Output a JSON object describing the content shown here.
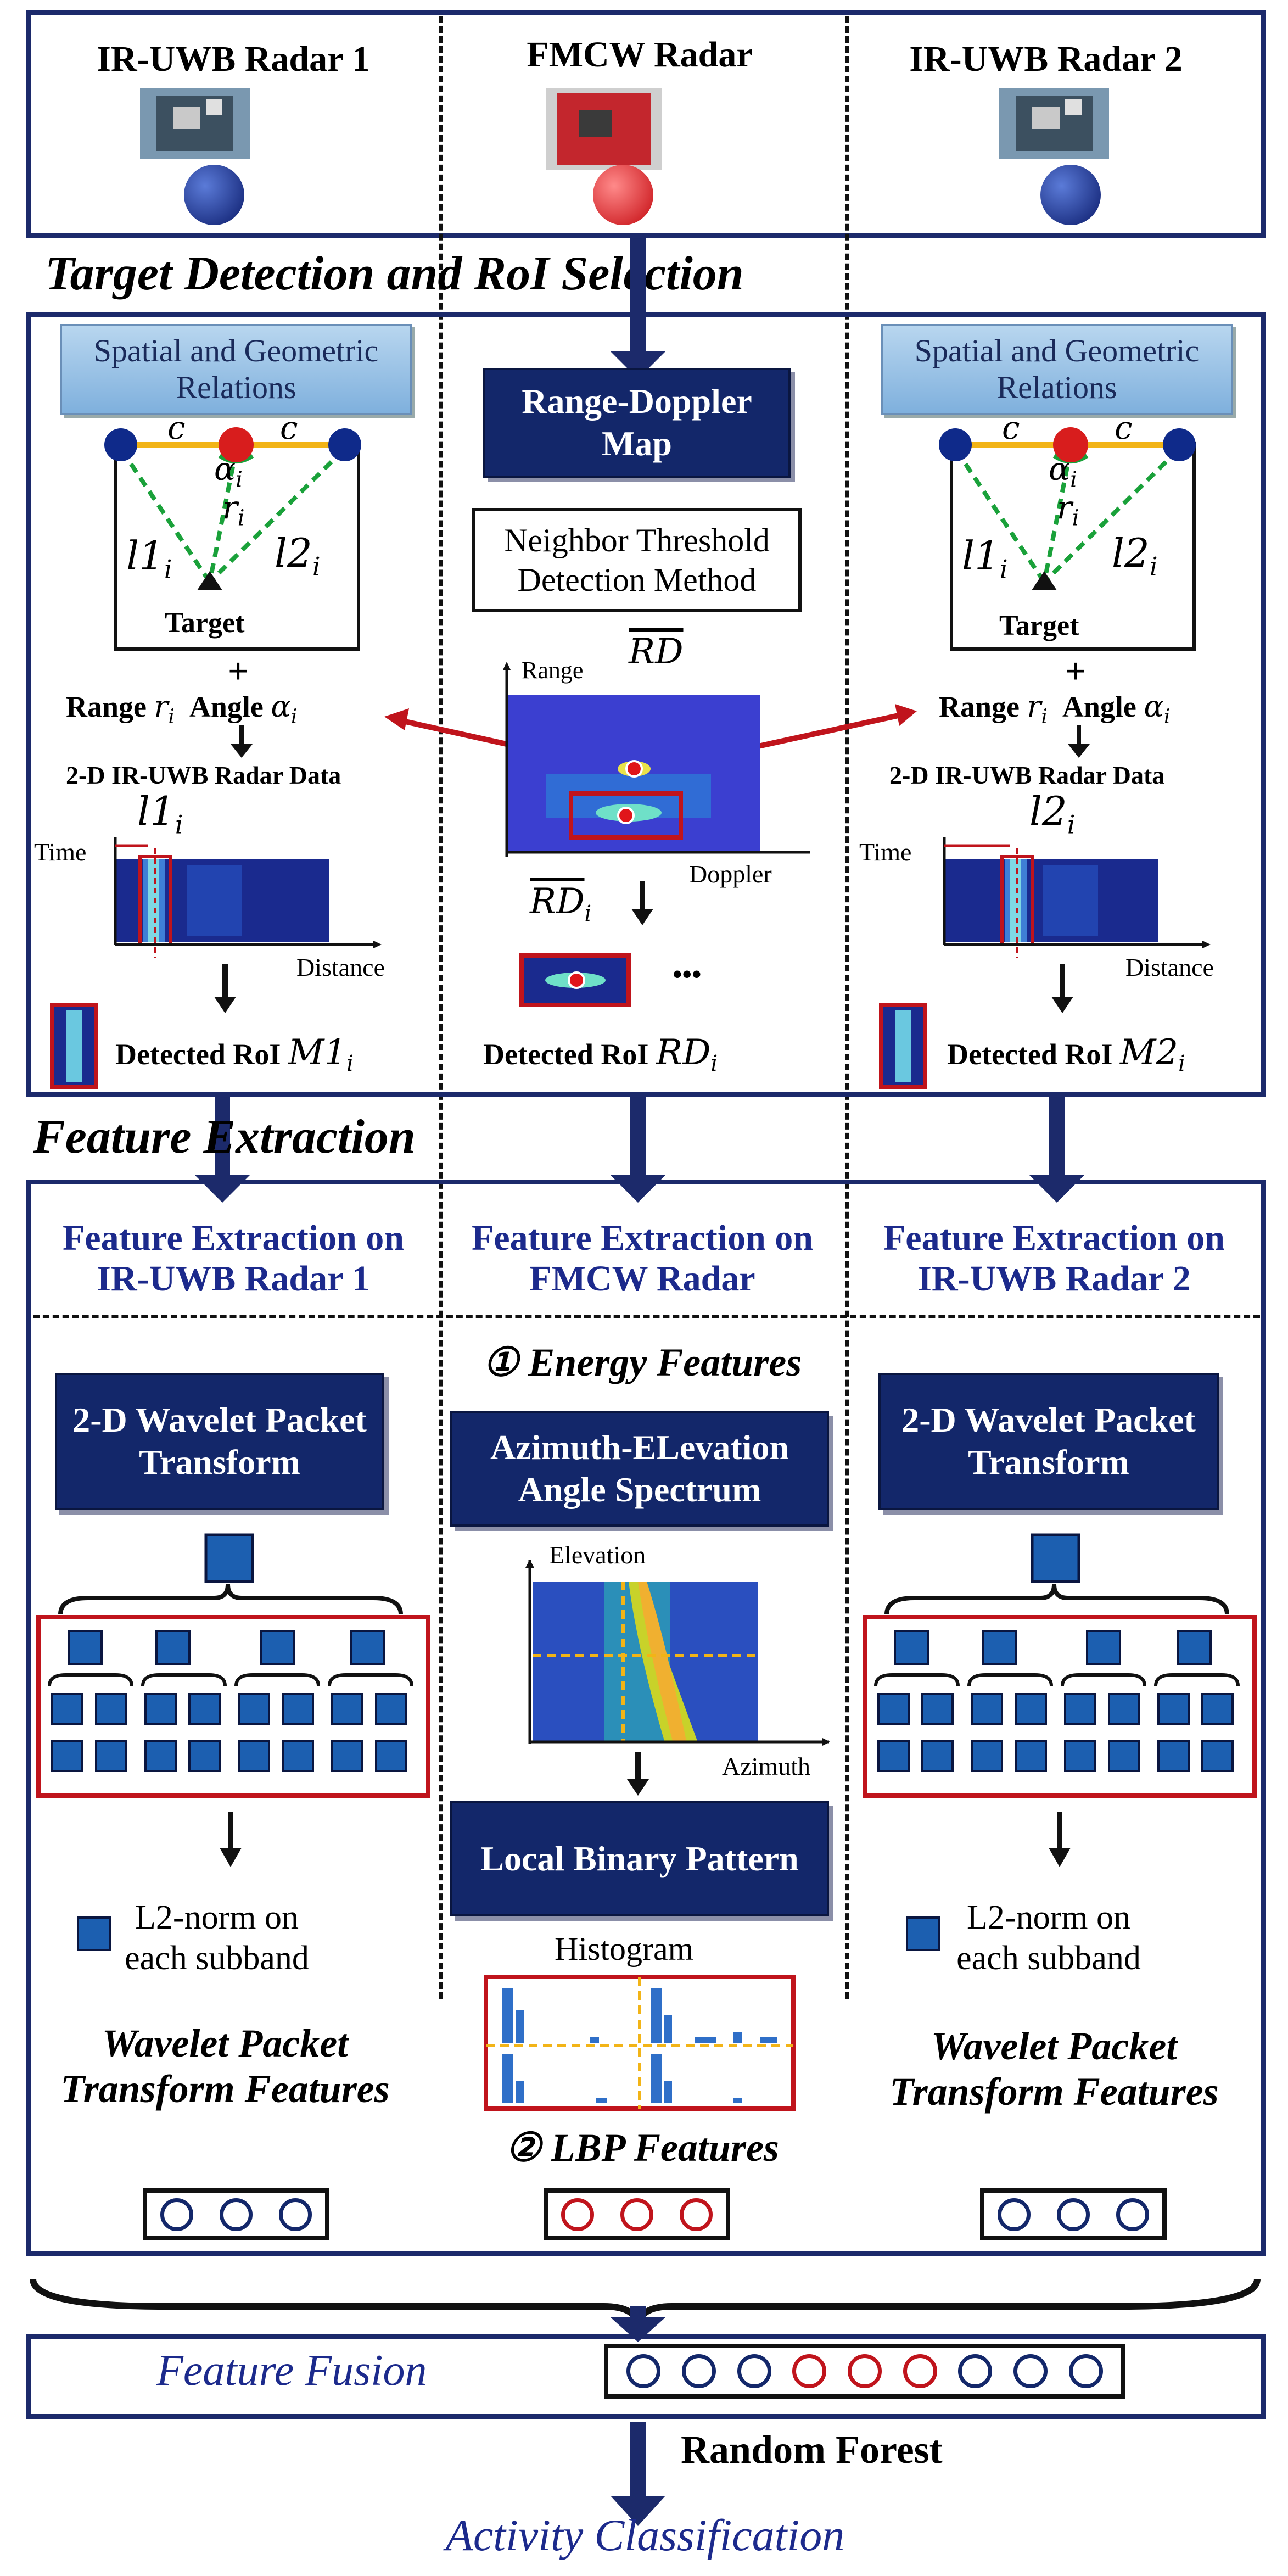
{
  "radars": {
    "left": "IR-UWB Radar 1",
    "center": "FMCW Radar",
    "right": "IR-UWB Radar 2"
  },
  "sections": {
    "target": "Target Detection and RoI  Selection",
    "feature": "Feature   Extraction"
  },
  "geometry": {
    "box_title": "Spatial and Geometric Relations",
    "c": "c",
    "alpha": "α",
    "r": "r",
    "l1": "l1",
    "l2": "l2",
    "sub_i": "i",
    "target": "Target",
    "plus": "+",
    "range_label": "Range",
    "angle_label": "Angle"
  },
  "center_detect": {
    "rd_map": "Range-Doppler Map",
    "neighbor": "Neighbor Threshold Detection Method",
    "range_axis": "Range",
    "rd_bar": "RD",
    "doppler_axis": "Doppler",
    "rd_i_bar": "RD",
    "ellipsis": "•••",
    "detected_roi": "Detected RoI",
    "rd_sym": "RD"
  },
  "uwb_data": {
    "title": "2-D IR-UWB Radar Data",
    "time": "Time",
    "distance": "Distance",
    "detected_roi": "Detected RoI",
    "m1": "M1",
    "m2": "M2"
  },
  "feature_cols": {
    "left_title": "Feature Extraction on IR-UWB Radar 1",
    "center_title": "Feature Extraction on FMCW Radar",
    "right_title": "Feature Extraction on IR-UWB Radar 2",
    "energy": "① Energy Features",
    "wavelet_box": "2-D Wavelet Packet Transform",
    "azimuth_box": "Azimuth-ELevation Angle Spectrum",
    "elevation": "Elevation",
    "azimuth": "Azimuth",
    "lbp_box": "Local Binary Pattern",
    "histogram": "Histogram",
    "lbp_features": "② LBP Features",
    "l2norm": "L2-norm on each subband",
    "wpt_features": "Wavelet Packet Transform Features"
  },
  "fusion": {
    "title": "Feature Fusion",
    "random_forest": "Random Forest",
    "classification": "Activity Classification"
  },
  "colors": {
    "navy": "#13276a",
    "frame": "#1c2a6b",
    "red": "#c0141c",
    "yellow": "#f2b417",
    "green_dash": "#1aa13a"
  }
}
